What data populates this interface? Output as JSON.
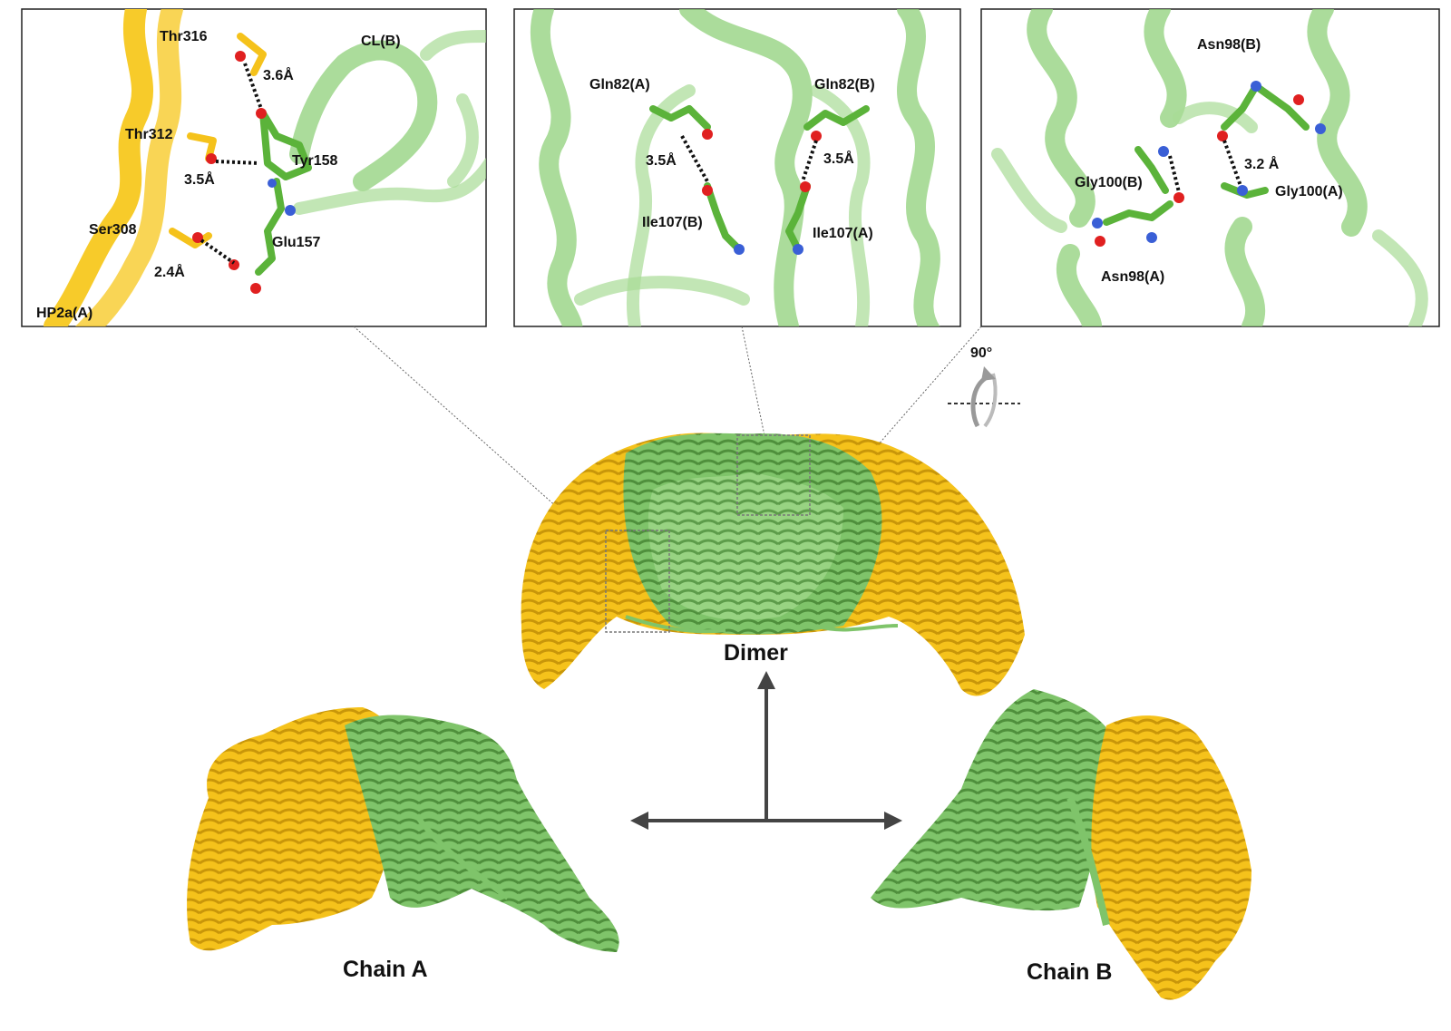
{
  "panels": {
    "left": {
      "labels": [
        "Thr316",
        "CL(B)",
        "Thr312",
        "Tyr158",
        "Ser308",
        "Glu157",
        "HP2a(A)"
      ],
      "distances": [
        "3.6Å",
        "3.5Å",
        "2.4Å"
      ]
    },
    "middle": {
      "labels": [
        "Gln82(A)",
        "Gln82(B)",
        "Ile107(B)",
        "Ile107(A)"
      ],
      "distances": [
        "3.5Å",
        "3.5Å"
      ]
    },
    "right": {
      "labels": [
        "Asn98(B)",
        "Gly100(B)",
        "Gly100(A)",
        "Asn98(A)"
      ],
      "distances": [
        "3.2 Å"
      ]
    }
  },
  "rotation": "90°",
  "structures": {
    "dimer": "Dimer",
    "chain_a": "Chain A",
    "chain_b": "Chain B"
  },
  "colors": {
    "chain_green": "#8fd07a",
    "chain_dark_green": "#5f9e4c",
    "chain_yellow": "#f5c21b",
    "oxygen": "#e02020",
    "nitrogen": "#3a5fd6"
  }
}
